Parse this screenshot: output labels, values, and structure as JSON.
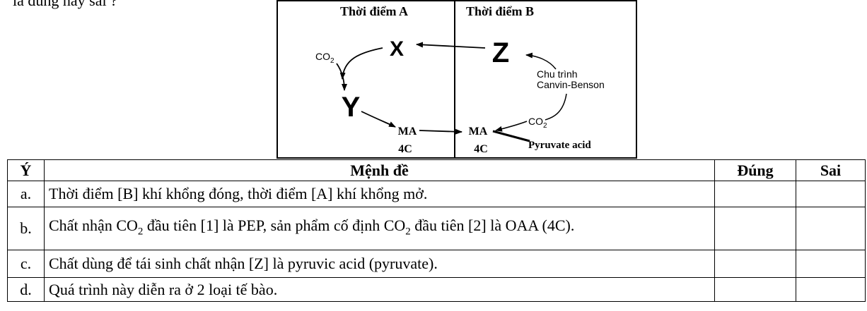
{
  "intro_text": "là đúng hay sai ?",
  "diagram": {
    "label_a": "Thời điểm A",
    "label_b": "Thời điểm B",
    "x": "X",
    "y": "Y",
    "z": "Z",
    "co2_left": "CO",
    "co2_right": "CO",
    "co2_sub": "2",
    "cycle_line1": "Chu trình",
    "cycle_line2": "Canvin-Benson",
    "ma_left": "MA",
    "ma_right": "MA",
    "c4_left": "4C",
    "c4_right": "4C",
    "pyruvate": "Pyruvate acid"
  },
  "table": {
    "headers": [
      "Ý",
      "Mệnh đề",
      "Đúng",
      "Sai"
    ],
    "rows": [
      {
        "letter": "a.",
        "text": "Thời điểm [B] khí khổng đóng, thời điểm [A] khí khổng mở."
      },
      {
        "letter": "b.",
        "text_1": "Chất nhận CO",
        "sub_1": "2",
        "text_2": " đầu tiên [1] là PEP, sản phẩm cố định CO",
        "sub_2": "2",
        "text_3": " đầu tiên [2] là OAA (4C)."
      },
      {
        "letter": "c.",
        "text": "Chất dùng để tái sinh chất nhận [Z] là pyruvic acid (pyruvate)."
      },
      {
        "letter": "d.",
        "text": "Quá trình này diễn ra ở 2 loại tế bào."
      }
    ]
  }
}
